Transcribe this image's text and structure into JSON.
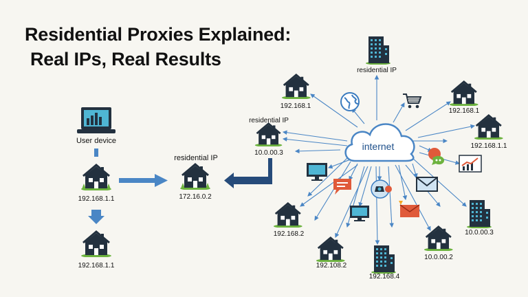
{
  "title": {
    "line1": "Residential Proxies Explained:",
    "line2": "Real IPs, Real Results"
  },
  "left_chain": {
    "device_label": "User device",
    "house1_ip": "192.168.1.1",
    "house2_ip": "192.168.1.1"
  },
  "proxy": {
    "caption": "residential IP",
    "ip": "172.16.0.2"
  },
  "network": {
    "hub_label": "internet",
    "nodes": {
      "house_top_left": "192.168.1",
      "house_residential": {
        "caption": "residential IP",
        "ip": "10.0.00.3"
      },
      "building_top": {
        "caption": "residential IP"
      },
      "house_top_right": "192.168.1",
      "house_right": "192.168.1.1",
      "house_mid_left": "192.168.2",
      "house_bottom_left": "192.108.2",
      "building_bottom": "192.168.4",
      "house_bottom_right": "10.0.00.2",
      "building_right": "10.0.00.3"
    }
  },
  "colors": {
    "background": "#f7f6f1",
    "house": "#23313f",
    "grass": "#6db33f",
    "arrow_blue": "#4a86c5",
    "arrow_dark": "#264b7a",
    "cloud_stroke": "#4a86c5",
    "mail_red": "#e05a3a"
  },
  "icons": [
    "laptop-icon",
    "house-icon",
    "office-building-icon",
    "cloud-icon",
    "globe-icon",
    "shopping-cart-icon",
    "monitor-icon",
    "chat-bubble-icon",
    "email-icon",
    "security-camera-icon",
    "line-chart-icon",
    "arrow-icon"
  ]
}
